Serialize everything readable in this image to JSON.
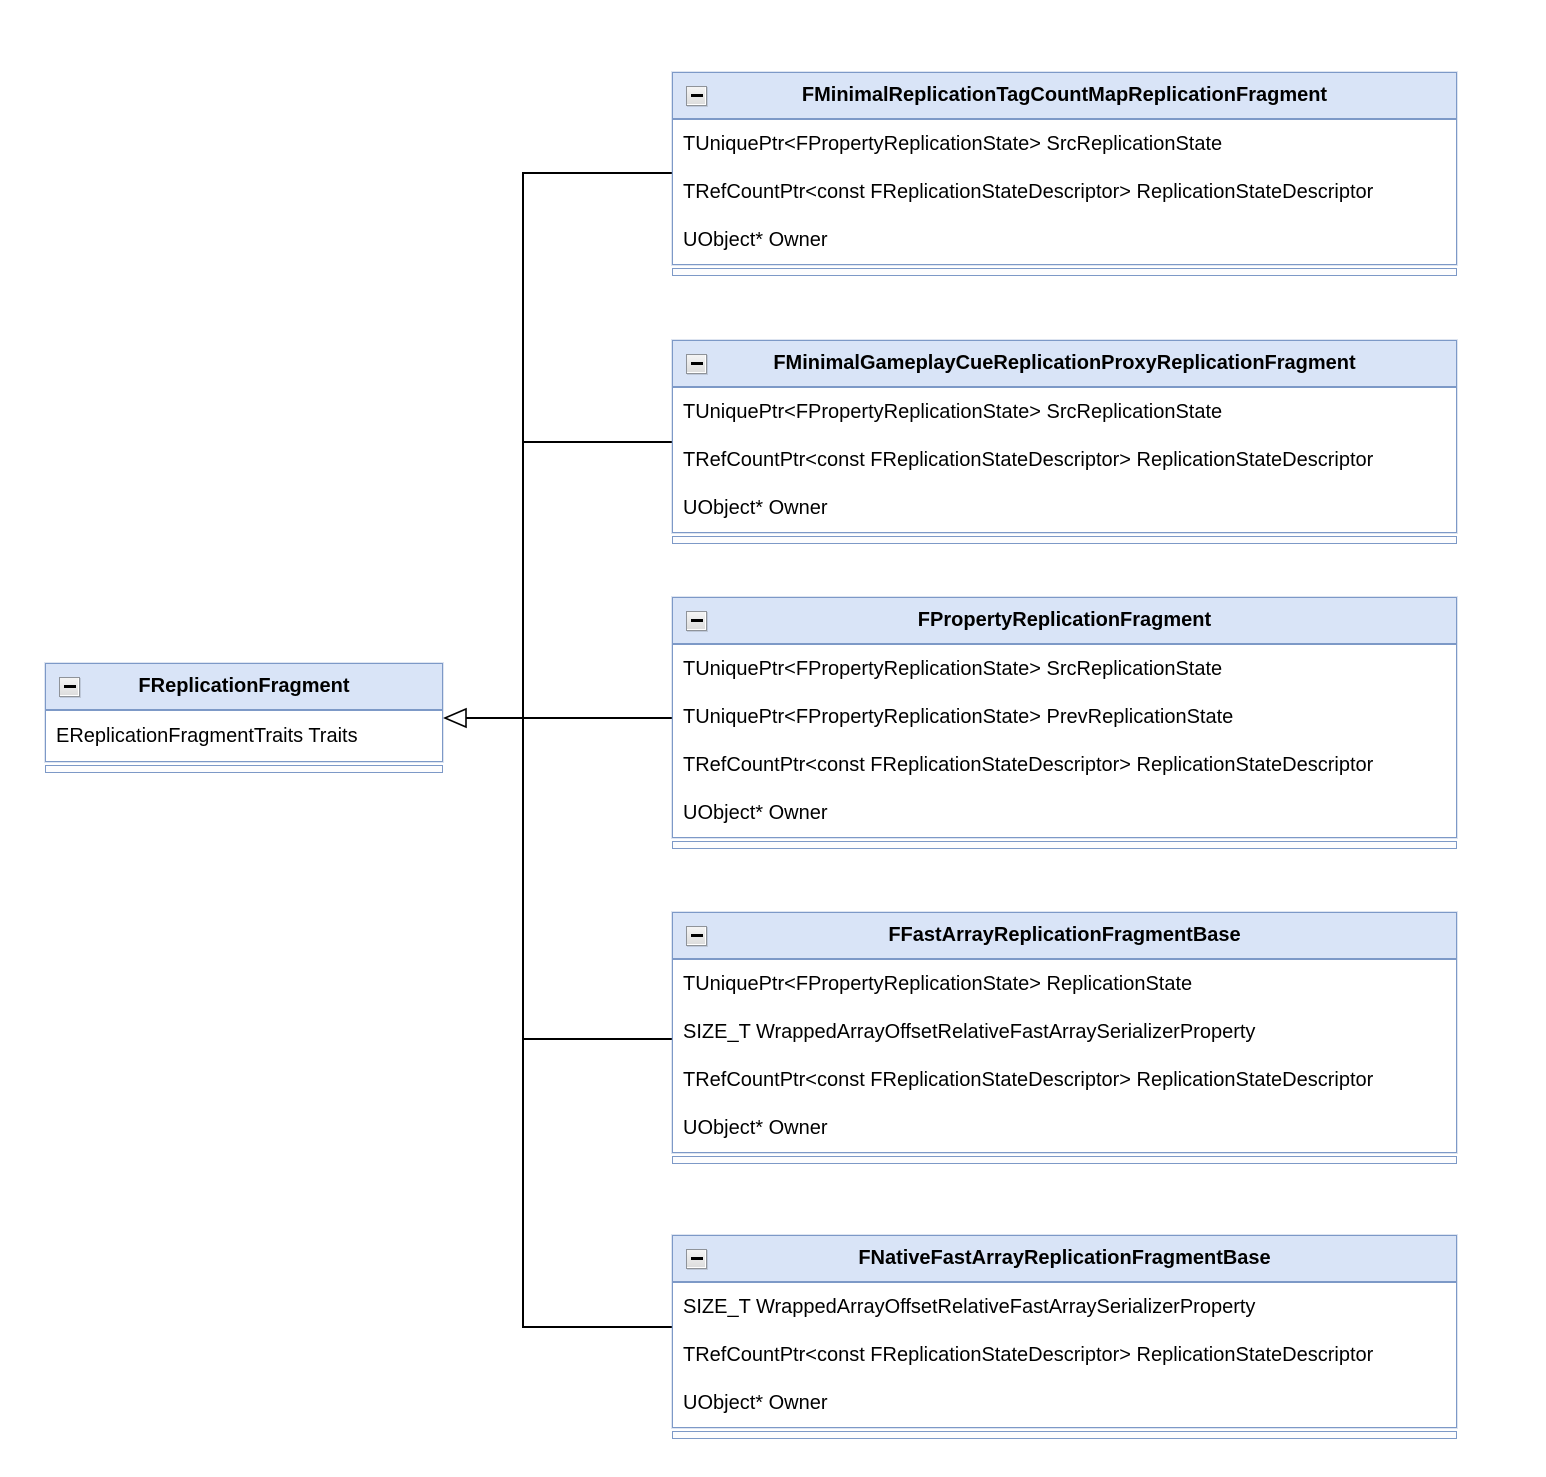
{
  "diagram_type": "uml-class-inheritance",
  "colors": {
    "background": "#ffffff",
    "box_border": "#7d99c7",
    "header_fill": "#d9e4f7",
    "connector_line": "#000000",
    "arrowhead_fill": "#ffffff",
    "text": "#000000"
  },
  "icons": {
    "collapse": "collapse-minus"
  },
  "base_class": {
    "title": "FReplicationFragment",
    "members": [
      "EReplicationFragmentTraits Traits"
    ]
  },
  "derived_classes": [
    {
      "title": "FMinimalReplicationTagCountMapReplicationFragment",
      "members": [
        "TUniquePtr<FPropertyReplicationState> SrcReplicationState",
        "TRefCountPtr<const FReplicationStateDescriptor> ReplicationStateDescriptor",
        "UObject* Owner"
      ]
    },
    {
      "title": "FMinimalGameplayCueReplicationProxyReplicationFragment",
      "members": [
        "TUniquePtr<FPropertyReplicationState> SrcReplicationState",
        "TRefCountPtr<const FReplicationStateDescriptor> ReplicationStateDescriptor",
        "UObject* Owner"
      ]
    },
    {
      "title": "FPropertyReplicationFragment",
      "members": [
        "TUniquePtr<FPropertyReplicationState> SrcReplicationState",
        "TUniquePtr<FPropertyReplicationState> PrevReplicationState",
        "TRefCountPtr<const FReplicationStateDescriptor> ReplicationStateDescriptor",
        "UObject* Owner"
      ]
    },
    {
      "title": "FFastArrayReplicationFragmentBase",
      "members": [
        "TUniquePtr<FPropertyReplicationState> ReplicationState",
        "SIZE_T WrappedArrayOffsetRelativeFastArraySerializerProperty",
        "TRefCountPtr<const FReplicationStateDescriptor> ReplicationStateDescriptor",
        "UObject* Owner"
      ]
    },
    {
      "title": "FNativeFastArrayReplicationFragmentBase",
      "members": [
        "SIZE_T WrappedArrayOffsetRelativeFastArraySerializerProperty",
        "TRefCountPtr<const FReplicationStateDescriptor> ReplicationStateDescriptor",
        "UObject* Owner"
      ]
    }
  ],
  "relations": {
    "type": "inheritance",
    "base": "FReplicationFragment",
    "derived": [
      "FMinimalReplicationTagCountMapReplicationFragment",
      "FMinimalGameplayCueReplicationProxyReplicationFragment",
      "FPropertyReplicationFragment",
      "FFastArrayReplicationFragmentBase",
      "FNativeFastArrayReplicationFragmentBase"
    ]
  }
}
